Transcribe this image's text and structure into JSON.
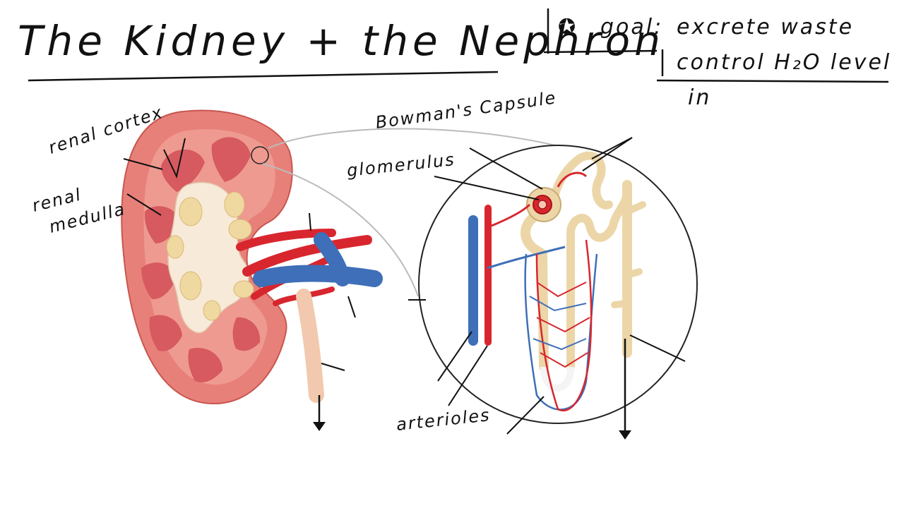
{
  "title": "The Kidney + the Nephron",
  "goal": {
    "star": "✪",
    "prefix": "goal:",
    "line1": "excrete waste",
    "line2": "control H₂O level",
    "line3": "in"
  },
  "labels": {
    "renal_cortex": "renal cortex",
    "renal_medulla_1": "renal",
    "renal_medulla_2": "medulla",
    "bowmans_capsule": "Bowman's Capsule",
    "glomerulus": "glomerulus",
    "arterioles": "arterioles"
  },
  "colors": {
    "ink": "#111111",
    "kidney_outer": "#e8807a",
    "kidney_inner": "#f4c7b4",
    "medulla": "#d65a60",
    "pelvis": "#f7ead8",
    "fat": "#f0d9a0",
    "artery": "#d8262e",
    "vein": "#3e6fb8",
    "tubule": "#ecd6a8",
    "ureter": "#f2c9ae"
  }
}
